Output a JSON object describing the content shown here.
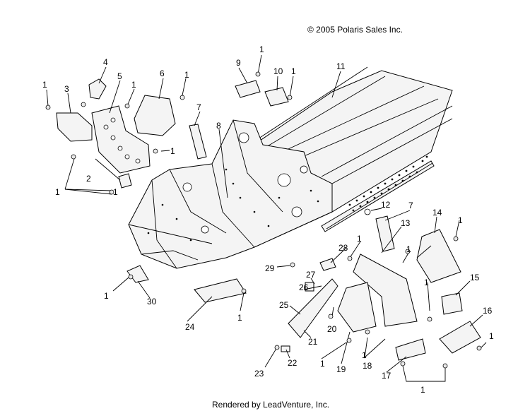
{
  "header": {
    "copyright": "© 2005 Polaris Sales Inc."
  },
  "footer": {
    "credit": "Rendered by LeadVenture, Inc."
  },
  "callouts": {
    "c1a": "1",
    "c1b": "1",
    "c1c": "1",
    "c1d": "1",
    "c1e": "1",
    "c1f": "1",
    "c1g": "1",
    "c1h": "1",
    "c1i": "1",
    "c1j": "1",
    "c1k": "1",
    "c1l": "1",
    "c1m": "1",
    "c1n": "1",
    "c1o": "1",
    "c1p": "1",
    "c1q": "1",
    "c1r": "1",
    "c2": "2",
    "c3": "3",
    "c4": "4",
    "c5": "5",
    "c6": "6",
    "c7a": "7",
    "c7b": "7",
    "c8": "8",
    "c9": "9",
    "c10": "10",
    "c11": "11",
    "c12": "12",
    "c13": "13",
    "c14": "14",
    "c15": "15",
    "c16": "16",
    "c17": "17",
    "c18": "18",
    "c19": "19",
    "c20": "20",
    "c21": "21",
    "c22": "22",
    "c23": "23",
    "c24": "24",
    "c25": "25",
    "c26": "26",
    "c27": "27",
    "c28": "28",
    "c29": "29",
    "c30": "30"
  }
}
